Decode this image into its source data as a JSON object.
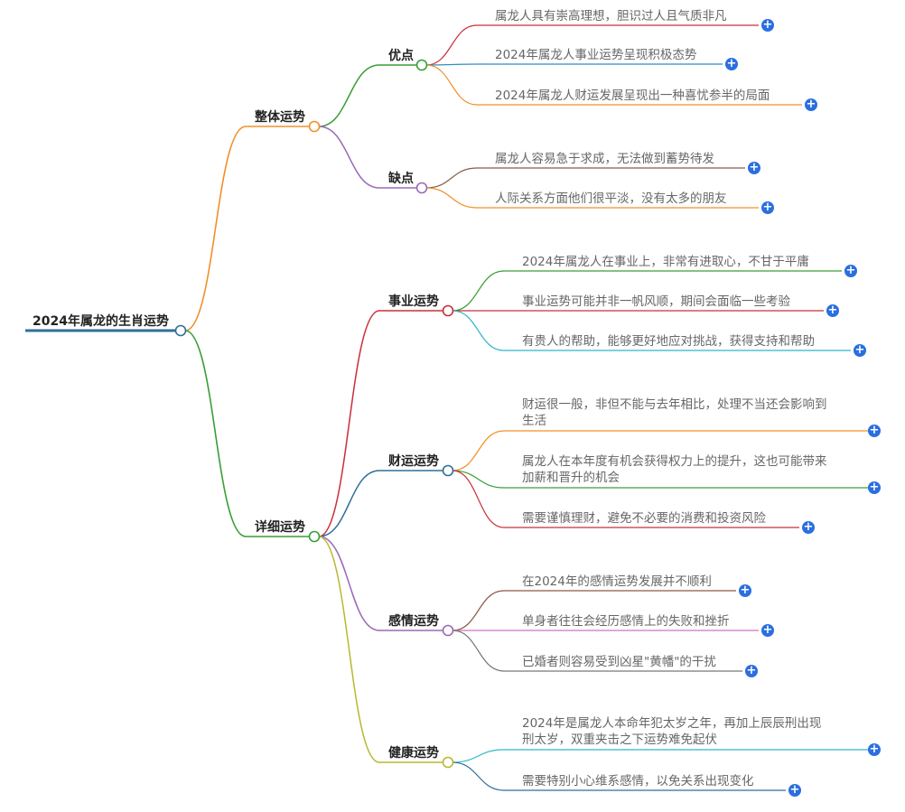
{
  "root": {
    "label": "2024年属龙的生肖运势",
    "color": "#2f6f9a",
    "children": [
      {
        "label": "整体运势",
        "color": "#f0902a",
        "children": [
          {
            "label": "优点",
            "color": "#3a9e36",
            "children": [
              {
                "text": [
                  "属龙人具有崇高理想，胆识过人且气质非凡"
                ],
                "color": "#c8303a"
              },
              {
                "text": [
                  "2024年属龙人事业运势呈现积极态势"
                ],
                "color": "#2e8fbf"
              },
              {
                "text": [
                  "2024年属龙人财运发展呈现出一种喜忧参半的局面"
                ],
                "color": "#f0902a"
              }
            ]
          },
          {
            "label": "缺点",
            "color": "#9a6ab8",
            "children": [
              {
                "text": [
                  "属龙人容易急于求成，无法做到蓄势待发"
                ],
                "color": "#8a5a48"
              },
              {
                "text": [
                  "人际关系方面他们很平淡，没有太多的朋友"
                ],
                "color": "#f0902a"
              }
            ]
          }
        ]
      },
      {
        "label": "详细运势",
        "color": "#3a9e36",
        "children": [
          {
            "label": "事业运势",
            "color": "#c8303a",
            "children": [
              {
                "text": [
                  "2024年属龙人在事业上，非常有进取心，不甘于平庸"
                ],
                "color": "#3a9e36"
              },
              {
                "text": [
                  "事业运势可能并非一帆风顺，期间会面临一些考验"
                ],
                "color": "#c8303a"
              },
              {
                "text": [
                  "有贵人的帮助，能够更好地应对挑战，获得支持和帮助"
                ],
                "color": "#2eb8c8"
              }
            ]
          },
          {
            "label": "财运运势",
            "color": "#2f6f9a",
            "children": [
              {
                "text": [
                  "财运很一般，非但不能与去年相比，处理不当还会影响到",
                  "生活"
                ],
                "color": "#f0902a"
              },
              {
                "text": [
                  "属龙人在本年度有机会获得权力上的提升，这也可能带来",
                  "加薪和晋升的机会"
                ],
                "color": "#3a9e36"
              },
              {
                "text": [
                  "需要谨慎理财，避免不必要的消费和投资风险"
                ],
                "color": "#c8303a"
              }
            ]
          },
          {
            "label": "感情运势",
            "color": "#9a6ab8",
            "children": [
              {
                "text": [
                  "在2024年的感情运势发展并不顺利"
                ],
                "color": "#8a5a48"
              },
              {
                "text": [
                  "单身者往往会经历感情上的失败和挫折"
                ],
                "color": "#d070c8"
              },
              {
                "text": [
                  "已婚者则容易受到凶星\"黄幡\"的干扰"
                ],
                "color": "#777777"
              }
            ]
          },
          {
            "label": "健康运势",
            "color": "#b8b830",
            "children": [
              {
                "text": [
                  "2024年是属龙人本命年犯太岁之年，再加上辰辰刑出现",
                  "刑太岁，双重夹击之下运势难免起伏"
                ],
                "color": "#2eb8c8"
              },
              {
                "text": [
                  "需要特别小心维系感情，以免关系出现变化"
                ],
                "color": "#2f6f9a"
              }
            ]
          }
        ]
      }
    ]
  },
  "add_symbol": "+",
  "add_color": "#2a6fe0"
}
